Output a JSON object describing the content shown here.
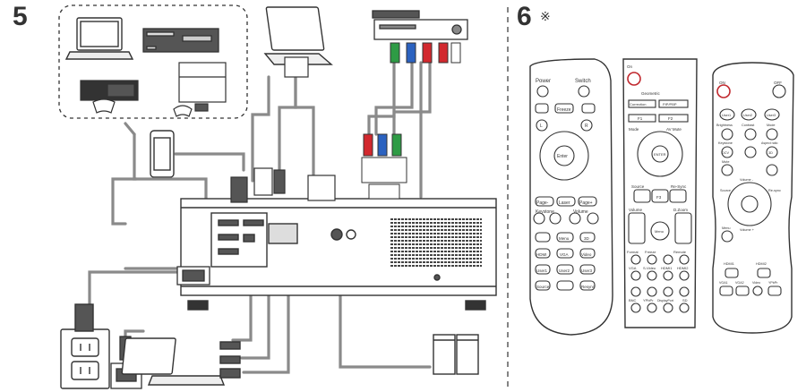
{
  "left_panel": {
    "step_number": "5",
    "devices": {
      "source_group": [
        "laptop",
        "dvd-player",
        "game-console-xbox",
        "game-console-playstation"
      ],
      "phone": "smartphone",
      "av_receiver": "av-receiver",
      "laptop_top": "laptop",
      "laptop_bottom": "laptop",
      "speakers": "speakers",
      "wall_outlet": "power-outlet",
      "network": "ethernet-port"
    },
    "colors": {
      "cable": "#8a8a8a",
      "highlight": "#1fa3dc",
      "component_green": "#2e9b45",
      "component_blue": "#2b62c0",
      "component_red": "#d2282e"
    }
  },
  "right_panel": {
    "step_number": "6",
    "note_symbol": "※",
    "remote_a": {
      "power_label": "Power",
      "switch_label": "Switch",
      "freeze_label": "Freeze",
      "l_label": "L",
      "r_label": "R",
      "enter_label": "Enter",
      "pageminus_label": "Page-",
      "laser_label": "Laser",
      "pageplus_label": "Page+",
      "keystone_label": "Keystone",
      "volume_label": "Volume",
      "hdmi_label": "HDMI",
      "vga_label": "VGA",
      "video_label": "Video",
      "menu_label": "Menu",
      "threed_label": "3D",
      "user1_label": "User1",
      "user2_label": "User2",
      "user3_label": "User3",
      "source_label": "Source",
      "resync_label": "Resync"
    },
    "remote_b": {
      "on_label": "On",
      "geometric_label": "Geometric",
      "correction_label": "Correction",
      "pip_label": "PIP/PBP",
      "f1_label": "F1",
      "f2_label": "F2",
      "mode_label": "Mode",
      "avmute_label": "AV Mute",
      "enter_label": "ENTER",
      "source_label": "Source",
      "f3_label": "F3",
      "resync_label": "Re-Sync",
      "volume_label": "Volume",
      "dzoom_label": "D.Zoom",
      "menu_label": "Menu",
      "format_label": "Format",
      "freeze_label": "Freeze",
      "remote_label": "Remote",
      "vga_label": "VGA",
      "svideo_label": "S-Video",
      "hdmi1_label": "HDMI1",
      "hdmi2_label": "HDMI2",
      "bnc_label": "BNC",
      "ypbpr_label": "YPbPr",
      "display_label": "DisplayPort",
      "sd_label": "SD"
    },
    "remote_c": {
      "on_label": "ON",
      "off_label": "OFF",
      "user1_label": "User1",
      "user2_label": "User2",
      "user3_label": "User3",
      "brightness_label": "Brightness",
      "contrast_label": "Contrast",
      "mode_label": "Mode",
      "keystone_label": "Keystone",
      "aspect_label": "Aspect ratio",
      "threed_label": "3D",
      "dcv_label": "DCV",
      "mute_label": "Mute",
      "volume_minus_label": "Volume -",
      "volume_plus_label": "Volume +",
      "source_label": "Source",
      "resync_label": "Re-sync",
      "menu_label": "Menu",
      "hdmi1_label": "HDMI1",
      "hdmi2_label": "HDMI2",
      "vga1_label": "VGA1",
      "vga2_label": "VGA2",
      "video_label": "Video",
      "ypbpr_label": "YPbPr"
    }
  }
}
